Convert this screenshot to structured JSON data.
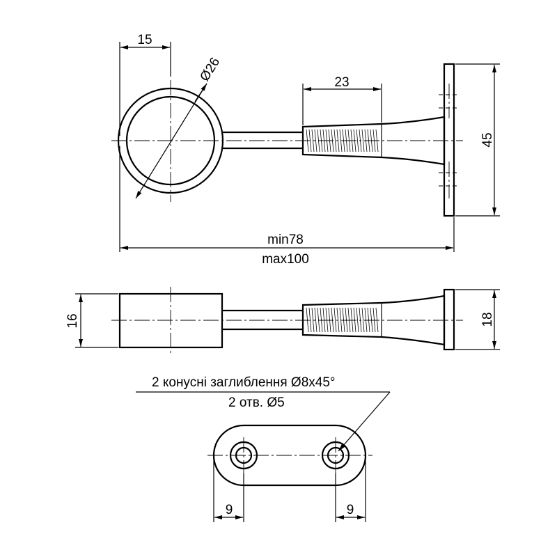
{
  "dimensions": {
    "side_view": {
      "ring_offset": "15",
      "ring_diameter": "Ø26",
      "thread_length": "23",
      "flange_height": "45",
      "length_min": "min78",
      "length_max": "max100"
    },
    "top_view": {
      "ring_width": "16",
      "flange_width": "18"
    },
    "flange_view": {
      "note_countersink": "2 конусні заглиблення  Ø8x45°",
      "note_holes": "2 отв. Ø5",
      "hole_offset_left": "9",
      "hole_offset_right": "9"
    }
  }
}
